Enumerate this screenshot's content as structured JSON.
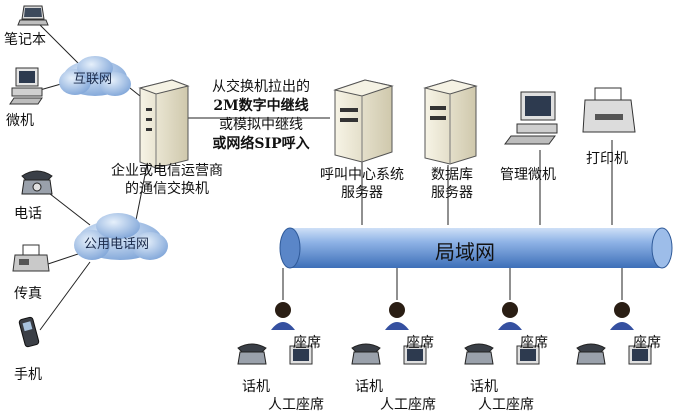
{
  "left_devices": {
    "laptop": "笔记本",
    "pc": "微机",
    "phone": "电话",
    "fax": "传真",
    "mobile": "手机"
  },
  "clouds": {
    "internet": "互联网",
    "pstn": "公用电话网"
  },
  "switch": {
    "line1": "企业或电信运营商",
    "line2": "的通信交换机"
  },
  "trunk": {
    "line1": "从交换机拉出的",
    "line2": "2M数字中继线",
    "line3": "或模拟中继线",
    "line4": "或网络SIP呼入"
  },
  "servers": {
    "callcenter_line1": "呼叫中心系统",
    "callcenter_line2": "服务器",
    "database_line1": "数据库",
    "database_line2": "服务器",
    "admin_pc": "管理微机",
    "printer": "打印机"
  },
  "lan": "局域网",
  "seats": [
    {
      "agent": "座席",
      "phone": "话机",
      "desk": "人工座席"
    },
    {
      "agent": "座席",
      "phone": "话机",
      "desk": "人工座席"
    },
    {
      "agent": "座席",
      "phone": "话机",
      "desk": "人工座席"
    },
    {
      "agent": "座席"
    }
  ],
  "colors": {
    "cloud": "#8fb3e0",
    "lan_tube": "#6f9ad6",
    "server": "#e9e4cf"
  }
}
